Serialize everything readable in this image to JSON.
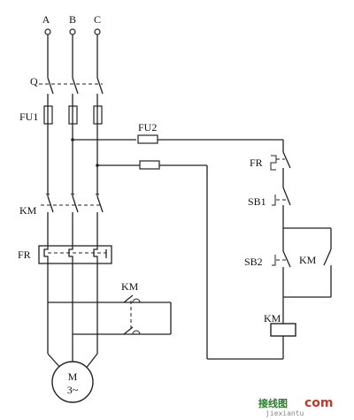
{
  "phases": [
    "A",
    "B",
    "C"
  ],
  "main_circuit": {
    "switch": "Q",
    "fuse": "FU1",
    "contactor": "KM",
    "overload": "FR",
    "aux_contact": "KM",
    "motor": {
      "name": "M",
      "type": "3~"
    }
  },
  "control_circuit": {
    "fuse": "FU2",
    "overload_contact": "FR",
    "stop_button": "SB1",
    "start_button": "SB2",
    "holding_contact": "KM",
    "coil": "KM"
  },
  "watermark": {
    "brand": "接线图",
    "domain": "com",
    "sub": "jiexiantu"
  }
}
